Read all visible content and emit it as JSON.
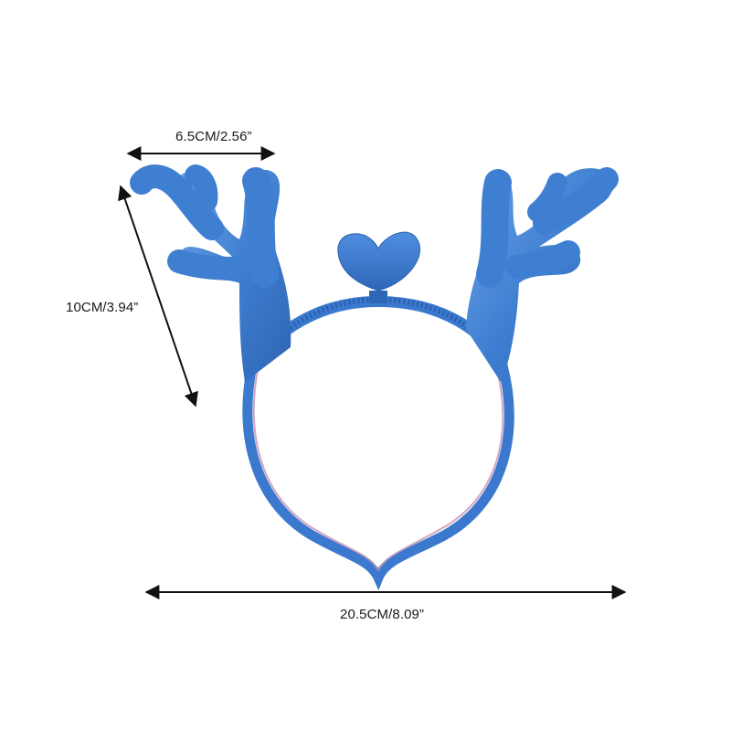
{
  "product": {
    "name": "reindeer-antler-headband",
    "color": "#3f7fd1"
  },
  "dimensions": {
    "antler_width": "6.5CM/2.56”",
    "antler_height": "10CM/3.94”",
    "total_width": "20.5CM/8.09”"
  },
  "colors": {
    "antler_main": "#3f7fd1",
    "antler_shade": "#2e64b3",
    "antler_light": "#6ea3e8",
    "band_main": "#3b79cf",
    "band_inner": "#c58fb4",
    "arrow": "#111111"
  }
}
